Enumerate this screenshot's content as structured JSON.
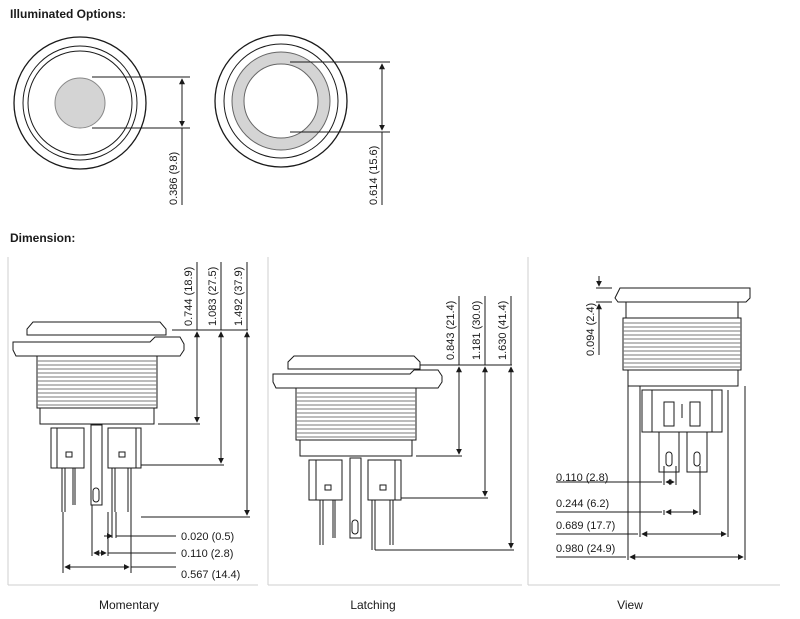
{
  "headings": {
    "illuminated": "Illuminated Options:",
    "dimension": "Dimension:"
  },
  "illuminated": {
    "dot_dim": "0.386 (9.8)",
    "ring_dim": "0.614 (15.6)"
  },
  "momentary": {
    "label": "Momentary",
    "dims_vertical": [
      "0.744 (18.9)",
      "1.083 (27.5)",
      "1.492 (37.9)"
    ],
    "dims_horizontal": [
      "0.020 (0.5)",
      "0.110 (2.8)",
      "0.567 (14.4)"
    ]
  },
  "latching": {
    "label": "Latching",
    "dims_vertical": [
      "0.843 (21.4)",
      "1.181 (30.0)",
      "1.630 (41.4)"
    ]
  },
  "view": {
    "label": "View",
    "dim_vertical": "0.094 (2.4)",
    "dims_horizontal": [
      "0.110 (2.8)",
      "0.244 (6.2)",
      "0.689 (17.7)",
      "0.980 (24.9)"
    ]
  }
}
